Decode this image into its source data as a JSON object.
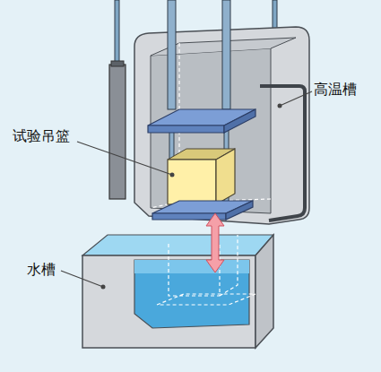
{
  "diagram": {
    "labels": [
      "高温槽",
      "试验吊篮",
      "水槽"
    ]
  }
}
